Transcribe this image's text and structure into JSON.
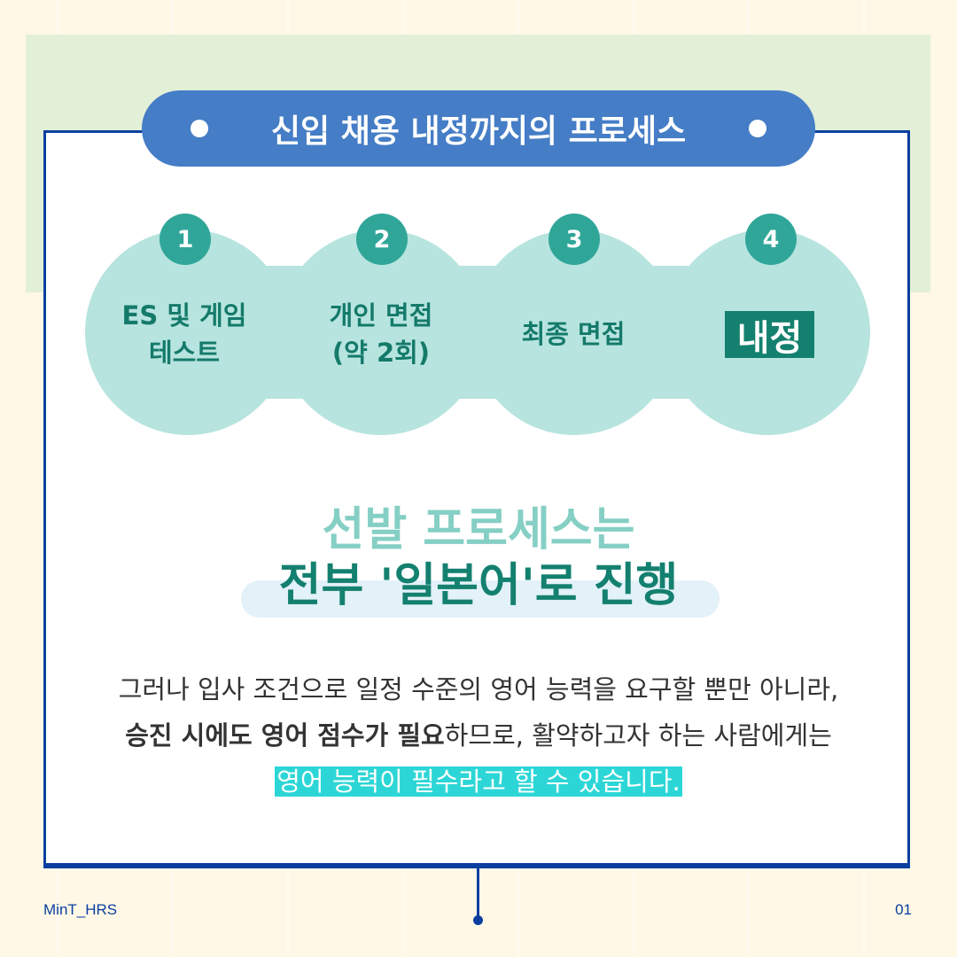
{
  "header": {
    "title": "신입 채용 내정까지의 프로세스"
  },
  "steps": [
    {
      "number": "1",
      "label_line1": "ES 및 게임",
      "label_line2": "테스트"
    },
    {
      "number": "2",
      "label_line1": "개인 면접",
      "label_line2": "(약 2회)"
    },
    {
      "number": "3",
      "label_line1": "최종 면접",
      "label_line2": ""
    },
    {
      "number": "4",
      "label_line1": "내정",
      "label_line2": ""
    }
  ],
  "headline": {
    "line1": "선발 프로세스는",
    "line2": "전부 '일본어'로 진행"
  },
  "body": {
    "line1": "그러나 입사 조건으로 일정 수준의 영어 능력을 요구할 뿐만 아니라,",
    "line2_bold": "승진 시에도 영어 점수가 필요",
    "line2_rest": "하므로, 활약하고자 하는 사람에게는",
    "line3_highlight": "영어 능력이 필수라고 할 수 있습니다."
  },
  "footer": {
    "brand": "MinT_HRS",
    "page": "01"
  },
  "colors": {
    "background": "#fff8e6",
    "panel": "#e3f0d8",
    "border": "#0a3fa0",
    "pill": "#457dc6",
    "blob": "#b7e4df",
    "accent": "#30a699",
    "highlight": "#2dd6d6"
  }
}
